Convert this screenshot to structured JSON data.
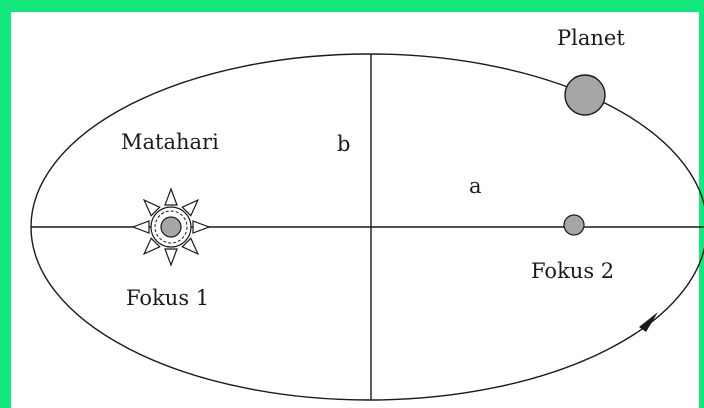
{
  "colors": {
    "border": "#12e87c",
    "background": "#ffffff",
    "line": "#1a1a1a",
    "body_fill": "#a6a6a6"
  },
  "labels": {
    "planet": "Planet",
    "sun": "Matahari",
    "semi_minor_axis": "b",
    "semi_major_axis": "a",
    "focus_1": "Fokus 1",
    "focus_2": "Fokus 2"
  },
  "icons": {
    "sun": "sun-icon",
    "orbit_direction": "arrow-icon"
  }
}
